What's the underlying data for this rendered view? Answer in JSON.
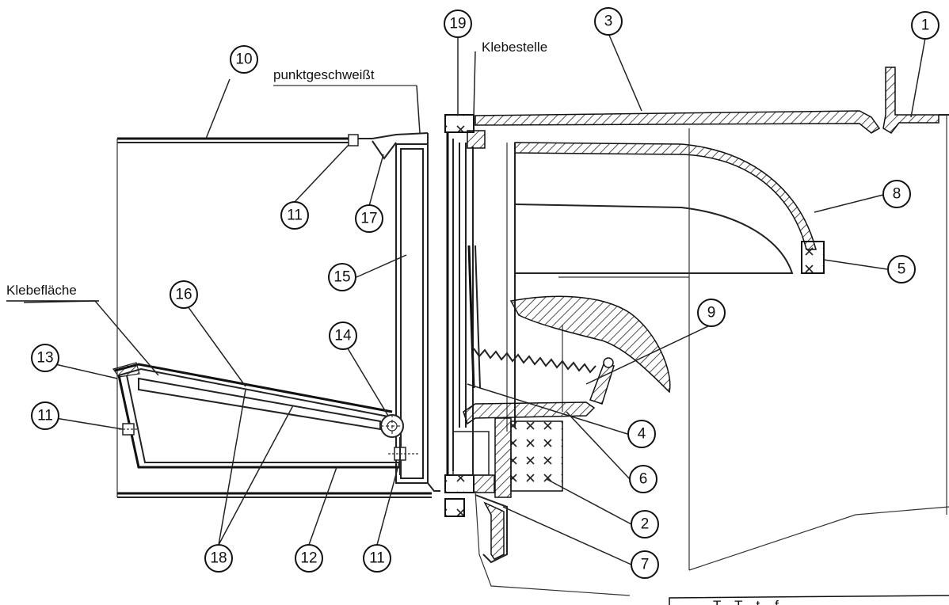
{
  "labels": {
    "punktgeschweisst": "punktgeschweißt",
    "klebestelle": "Klebestelle",
    "klebeflaeche": "Klebefläche"
  },
  "callouts": {
    "c1": "1",
    "c2": "2",
    "c3": "3",
    "c4": "4",
    "c5": "5",
    "c6": "6",
    "c7": "7",
    "c8": "8",
    "c9": "9",
    "c10": "10",
    "c11a": "11",
    "c11b": "11",
    "c11c": "11",
    "c12": "12",
    "c13": "13",
    "c14": "14",
    "c15": "15",
    "c16": "16",
    "c17": "17",
    "c18": "18",
    "c19": "19"
  },
  "corner_text": "T... T... t... f..."
}
